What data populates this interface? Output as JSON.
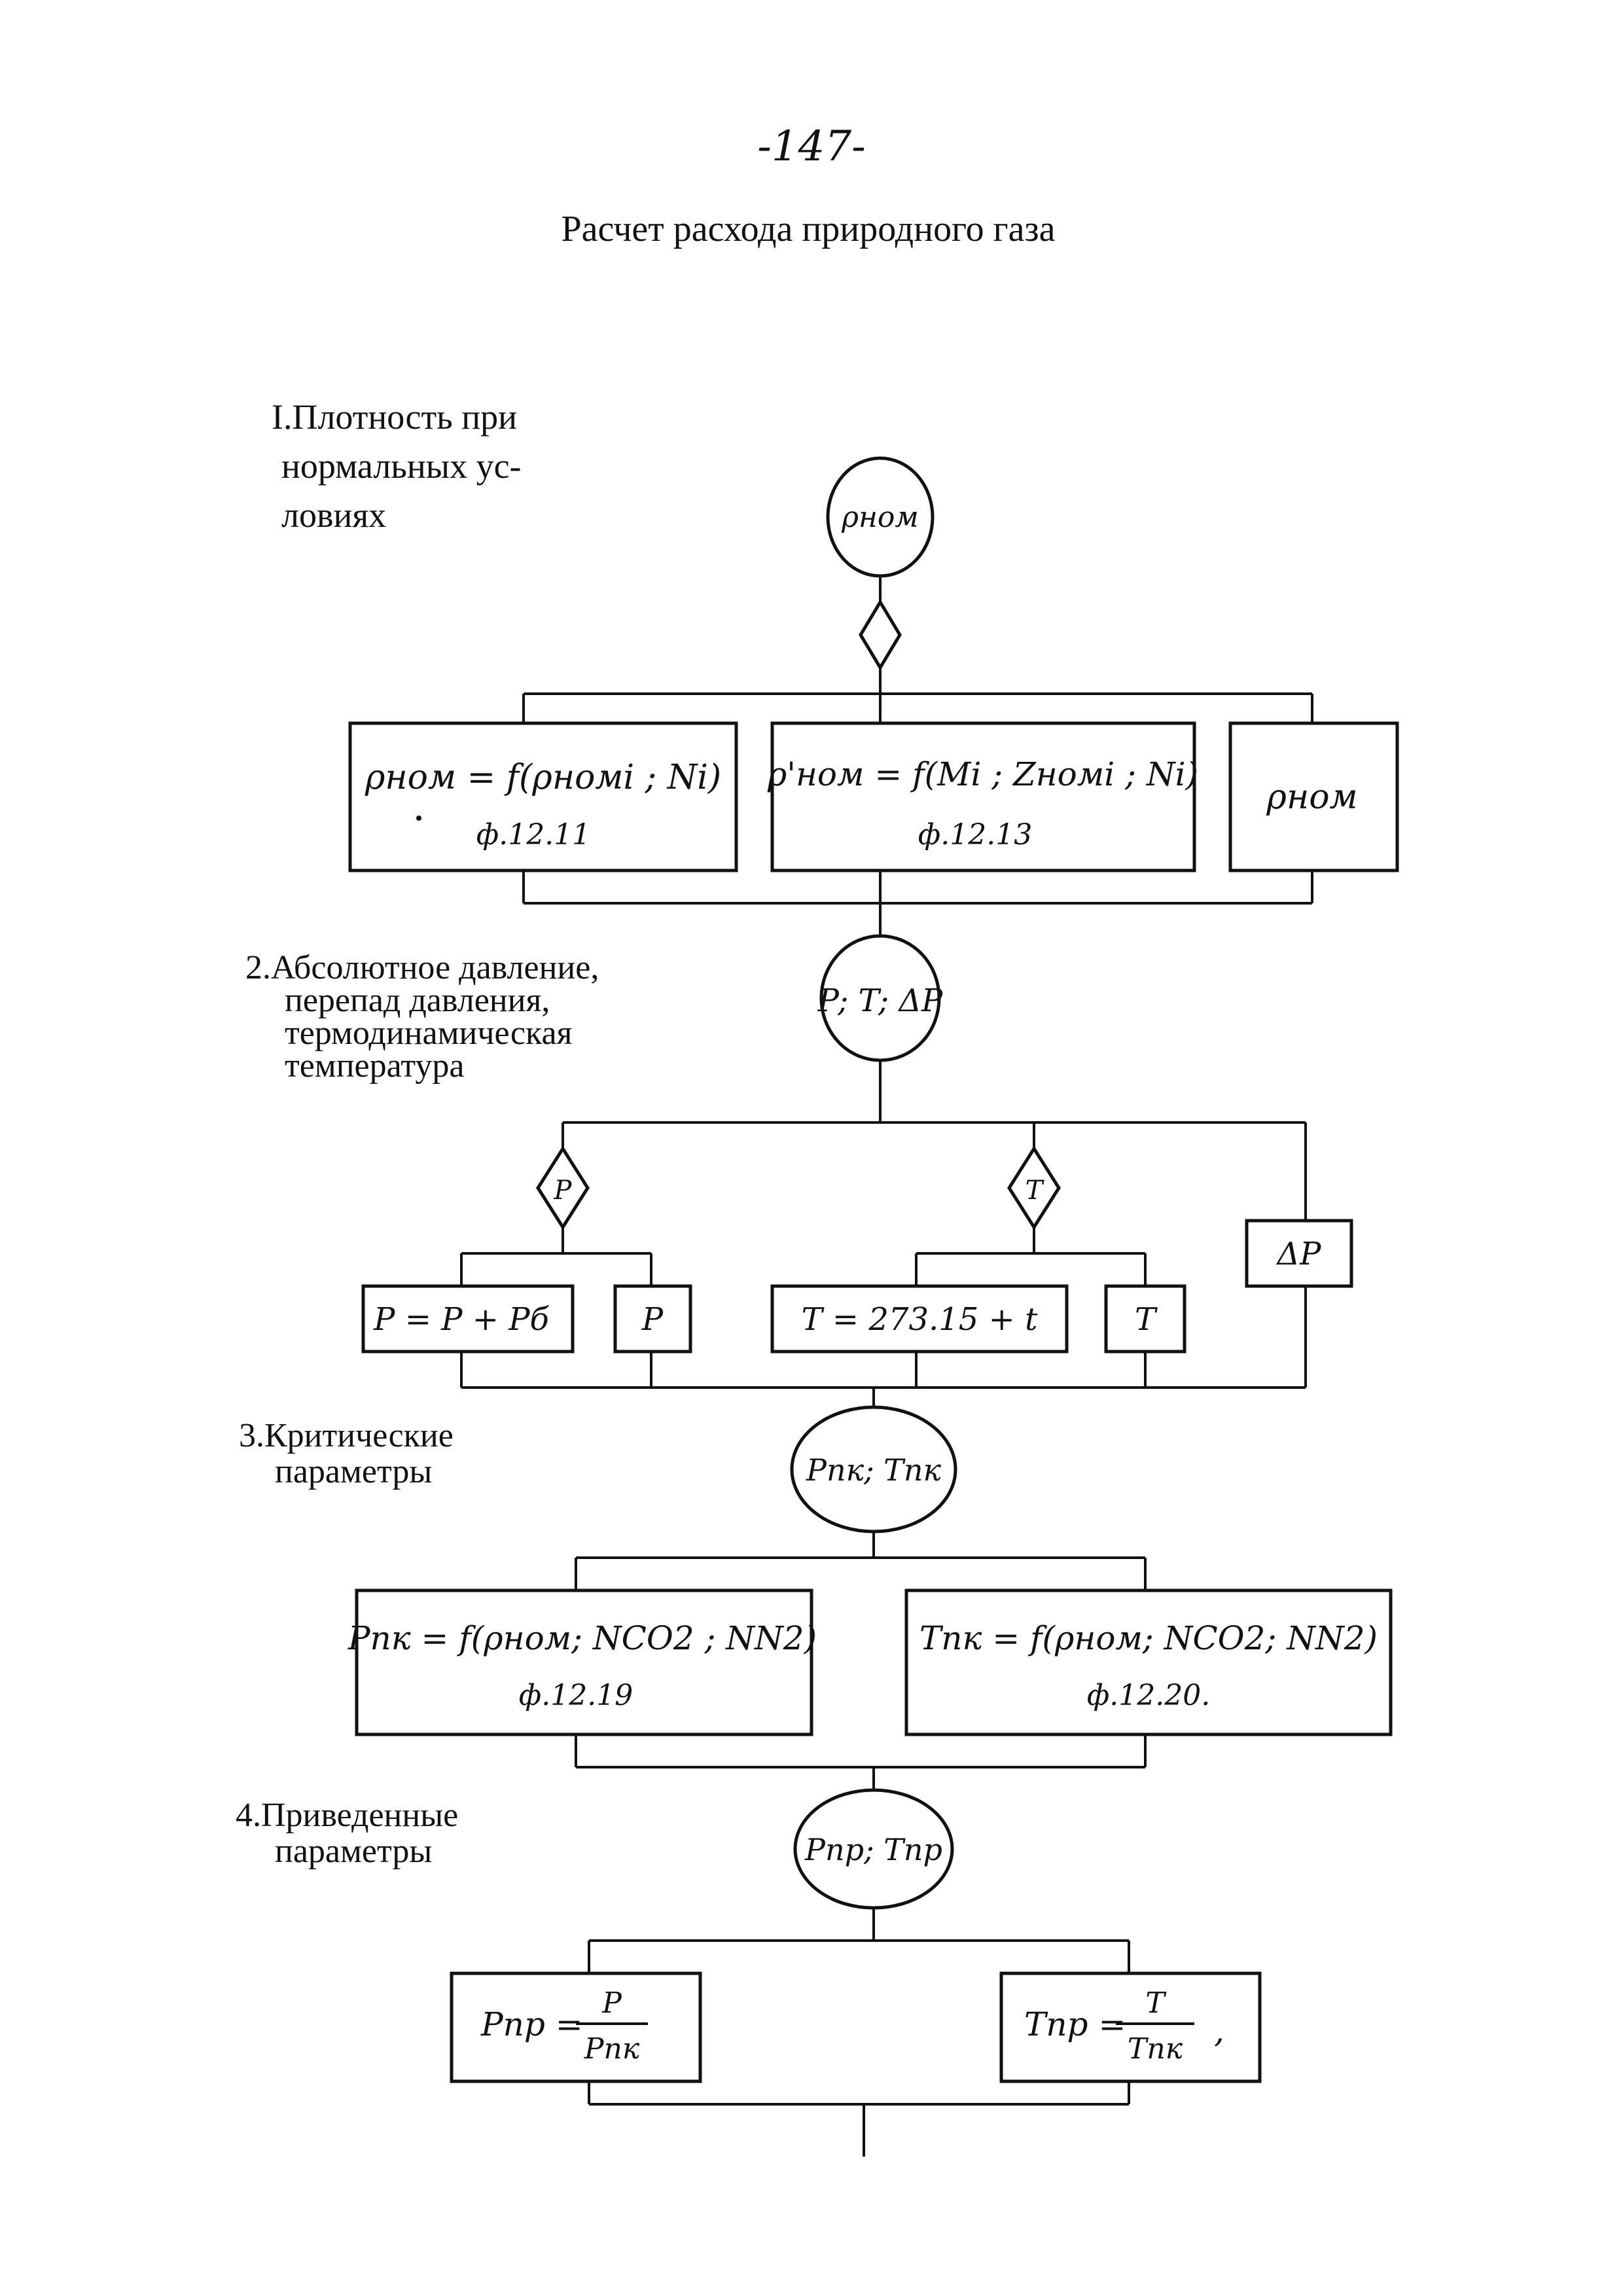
{
  "page_number": "-147-",
  "title": "Расчет расхода природного газа",
  "sections": {
    "s1": [
      "I.Плотность при",
      "нормальных ус-",
      "ловиях"
    ],
    "s2": [
      "2.Абсолютное давление,",
      "перепад давления,",
      "термодинамическая",
      "температура"
    ],
    "s3": [
      "3.Критические",
      "параметры"
    ],
    "s4": [
      "4.Приведенные",
      "параметры"
    ]
  },
  "nodes": {
    "rho": "ρном",
    "ptdp": "P; T; ΔP",
    "crit": "Pпк; Tпк",
    "reduced": "Pпр; Tпр"
  },
  "decisions": {
    "top": "",
    "p": "P",
    "t": "T"
  },
  "boxes": {
    "b1_formula": "ρном = f(ρномi ; Ni)",
    "b1_ref": "ф.12.11",
    "b2_formula": "ρ'ном = f(Mi ; Zномi ; Ni)",
    "b2_ref": "ф.12.13",
    "b3": "ρном",
    "p_abs": "P = P + Pб",
    "p_plain": "P",
    "t_calc": "T = 273.15 + t",
    "t_plain": "T",
    "dp": "ΔP",
    "pk_formula": "Pпк = f(ρном; NCO2 ; NN2)",
    "pk_ref": "ф.12.19",
    "tk_formula": "Tпк = f(ρном; NCO2; NN2)",
    "tk_ref": "ф.12.20.",
    "ppr_lhs": "Pпр =",
    "ppr_num": "P",
    "ppr_den": "Pпк",
    "tpr_lhs": "Tпр =",
    "tpr_num": "T",
    "tpr_den": "Tпк",
    "tpr_tail": ","
  }
}
